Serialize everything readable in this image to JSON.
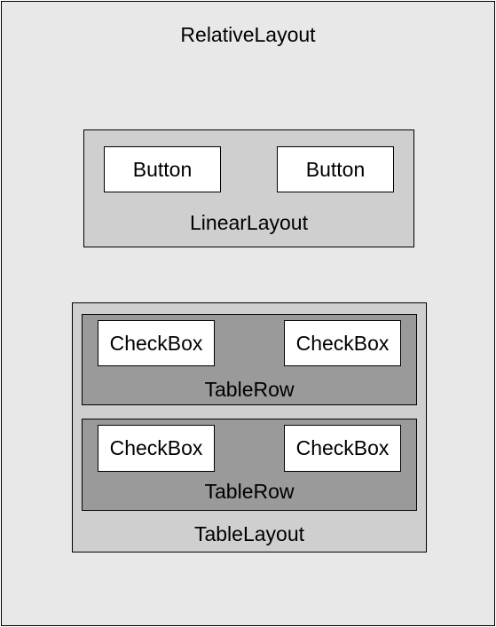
{
  "diagram": {
    "relative_layout": {
      "label": "RelativeLayout"
    },
    "linear_layout": {
      "label": "LinearLayout",
      "buttons": [
        "Button",
        "Button"
      ]
    },
    "table_layout": {
      "label": "TableLayout",
      "rows": [
        {
          "label": "TableRow",
          "checkboxes": [
            "CheckBox",
            "CheckBox"
          ]
        },
        {
          "label": "TableRow",
          "checkboxes": [
            "CheckBox",
            "CheckBox"
          ]
        }
      ]
    }
  },
  "colors": {
    "relative_layout_fill": "#e8e8e8",
    "container_fill": "#cfcfcf",
    "table_row_fill": "#9a9a9a",
    "widget_fill": "#ffffff",
    "stroke": "#000000"
  }
}
